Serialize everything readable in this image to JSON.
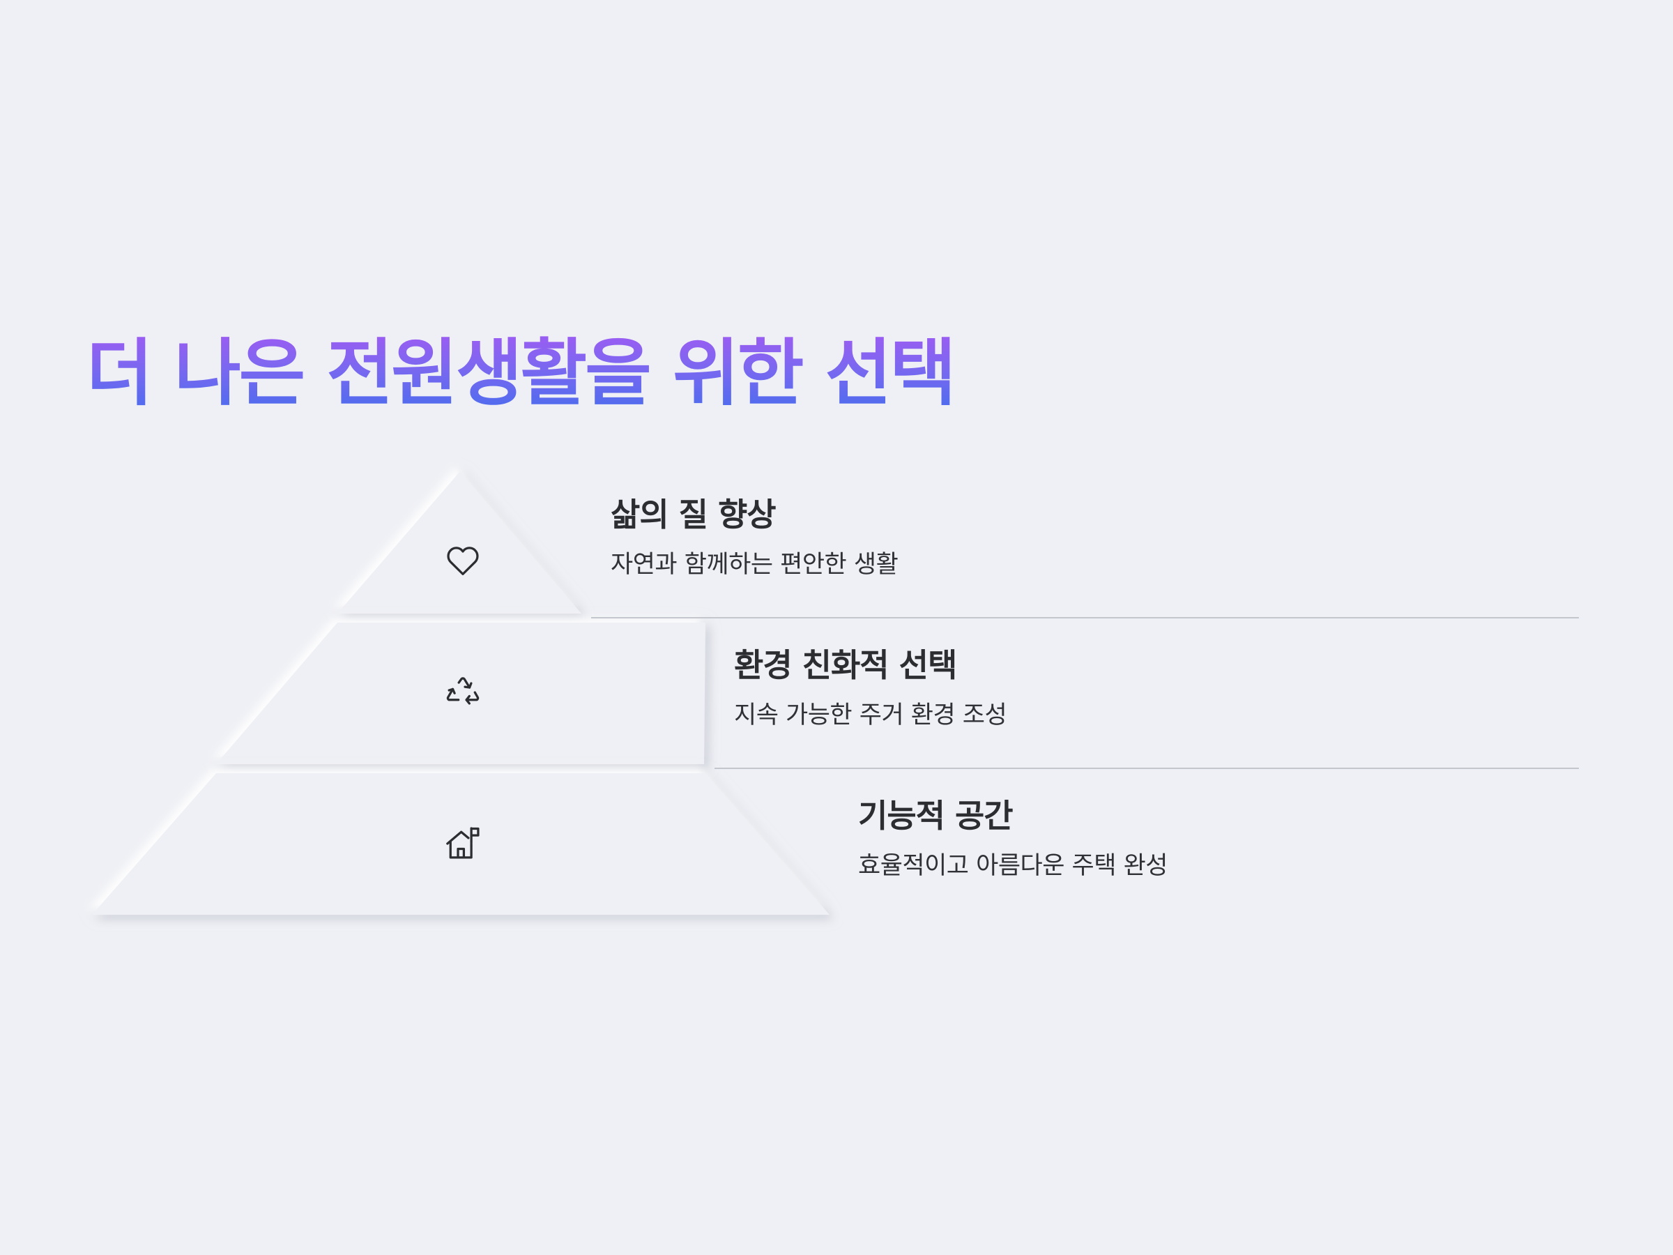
{
  "title": "더 나은 전원생활을 위한 선택",
  "levels": [
    {
      "title": "삶의 질 향상",
      "description": "자연과 함께하는 편안한 생활",
      "icon": "heart-icon"
    },
    {
      "title": "환경 친화적 선택",
      "description": "지속 가능한 주거 환경 조성",
      "icon": "recycle-icon"
    },
    {
      "title": "기능적 공간",
      "description": "효율적이고 아름다운 주택 완성",
      "icon": "house-icon"
    }
  ],
  "colors": {
    "background": "#eff0f5",
    "title_gradient_top": "#9c5cf2",
    "title_gradient_bottom": "#4a6cee",
    "text": "#2b2d31",
    "divider": "#c4c6cd"
  }
}
